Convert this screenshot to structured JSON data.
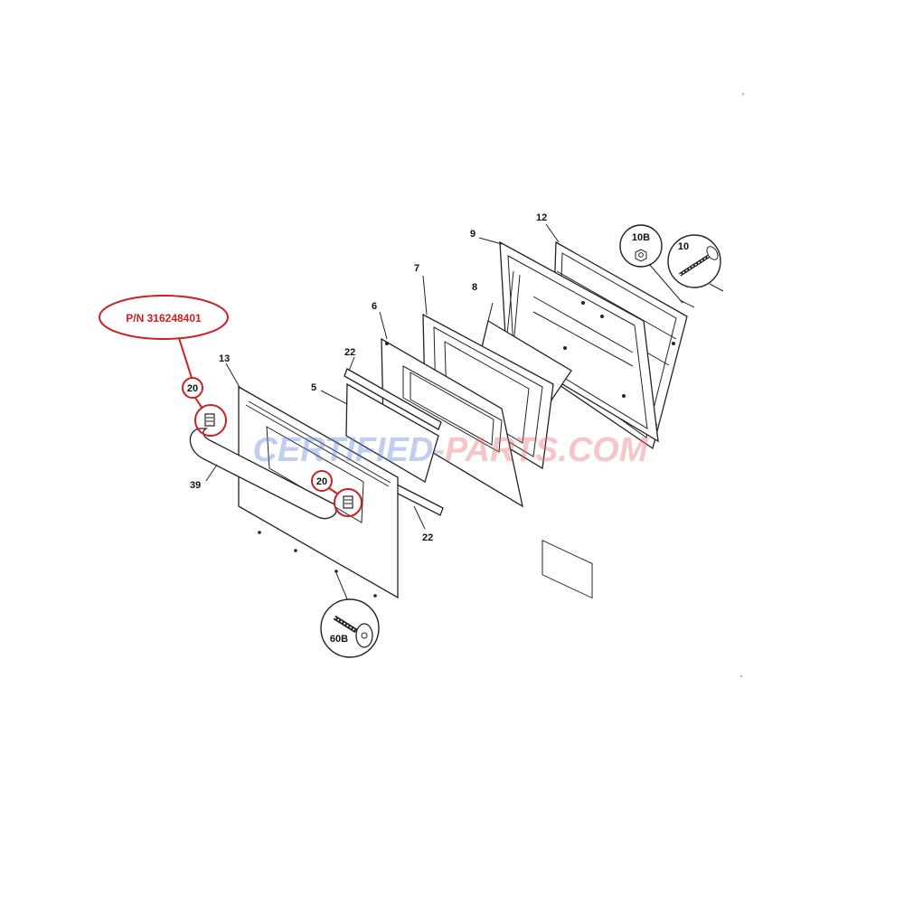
{
  "diagram": {
    "part_number_label": "P/N 316248401",
    "watermark": {
      "left": "CERTIFIED",
      "dash": "-",
      "right": "PARTS.COM",
      "left_color": "#5b7fd6",
      "right_color": "#e86a6a"
    },
    "callouts": {
      "c20_top": "20",
      "c20_mid": "20",
      "c13": "13",
      "c39": "39",
      "c5": "5",
      "c22_top": "22",
      "c22_bottom": "22",
      "c6": "6",
      "c7": "7",
      "c8": "8",
      "c9": "9",
      "c12": "12",
      "c10B": "10B",
      "c10": "10",
      "c60B": "60B"
    },
    "highlight_color": "#cc1f1f"
  }
}
